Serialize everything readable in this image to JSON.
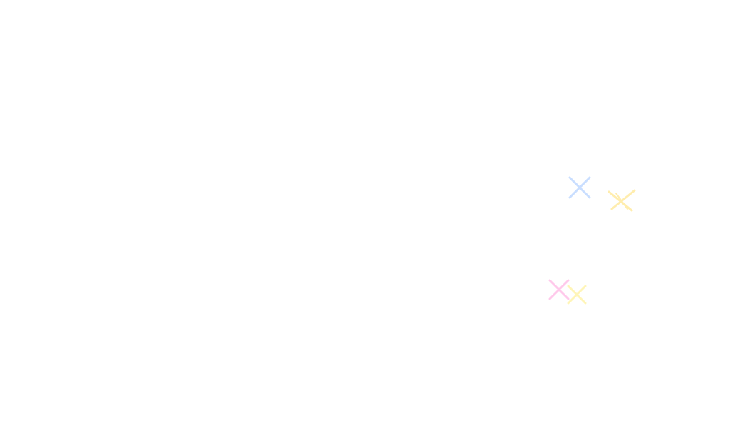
{
  "page": {
    "background": "#ffffff"
  },
  "sparkles": [
    {
      "icon": "cross-sparkle-icon",
      "color": "#9ec4ff",
      "opacity": 0.55
    },
    {
      "icon": "cross-sparkle-icon",
      "color": "#ffe27a",
      "opacity": 0.6
    },
    {
      "icon": "cross-sparkle-icon",
      "color": "#ff9edc",
      "opacity": 0.55
    },
    {
      "icon": "cross-sparkle-icon",
      "color": "#fff08a",
      "opacity": 0.6
    }
  ]
}
